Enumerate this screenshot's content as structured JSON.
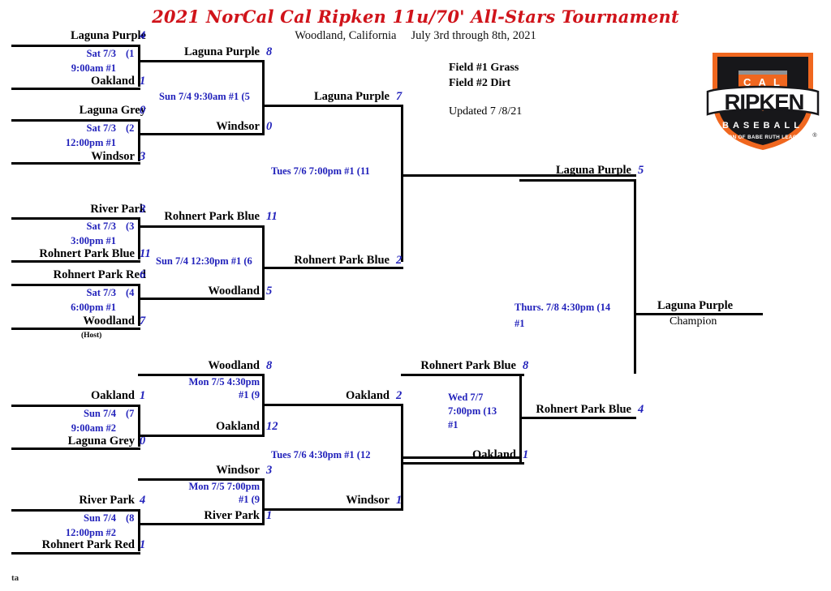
{
  "header": {
    "title": "2021 NorCal Cal Ripken 11u/70' All-Stars Tournament",
    "location": "Woodland, California",
    "dates": "July 3rd through 8th, 2021",
    "field1": "Field #1 Grass",
    "field2": "Field #2 Dirt",
    "updated": "Updated 7 /8/21",
    "title_color": "#d0131a"
  },
  "logo": {
    "cal": "CAL",
    "ripken": "RIPKEN",
    "baseball": "BASEBALL",
    "division": "A DIVISION OF BABE RUTH LEAGUE, INC.",
    "registered": "®"
  },
  "colors": {
    "team_text": "#000000",
    "score_text": "#2222bb",
    "game_info": "#2222bb",
    "bracket_line": "#000000",
    "logo_orange": "#f0671f",
    "logo_black": "#17171a",
    "logo_gray": "#8d9296"
  },
  "footer": {
    "note": "ta"
  },
  "host_label": "(Host)",
  "champion_label": "Champion",
  "champion_team": "Laguna Purple",
  "games": [
    {
      "id": "g1",
      "info_line1": "Sat 7/3",
      "info_line2": "9:00am #1",
      "tag": "(1",
      "top_team": "Laguna Purple",
      "top_score": "4",
      "bottom_team": "Oakland",
      "bottom_score": "1"
    },
    {
      "id": "g2",
      "info_line1": "Sat 7/3",
      "info_line2": "12:00pm #1",
      "tag": "(2",
      "top_team": "Laguna Grey",
      "top_score": "0",
      "bottom_team": "Windsor",
      "bottom_score": "3"
    },
    {
      "id": "g3",
      "info_line1": "Sat 7/3",
      "info_line2": "3:00pm #1",
      "tag": "(3",
      "top_team": "River Park",
      "top_score": "3",
      "bottom_team": "Rohnert Park Blue",
      "bottom_score": "11"
    },
    {
      "id": "g4",
      "info_line1": "Sat 7/3",
      "info_line2": "6:00pm #1",
      "tag": "(4",
      "top_team": "Rohnert Park Red",
      "top_score": "6",
      "bottom_team": "Woodland",
      "bottom_score": "7"
    },
    {
      "id": "g5",
      "info_line1": "Sun 7/4 9:30am  #1 (5",
      "top_team": "Laguna Purple",
      "top_score": "8",
      "bottom_team": "Windsor",
      "bottom_score": "0"
    },
    {
      "id": "g6",
      "info_line1": "Sun 7/4 12:30pm  #1 (6",
      "top_team": "Rohnert Park Blue",
      "top_score": "11",
      "bottom_team": "Woodland",
      "bottom_score": "5"
    },
    {
      "id": "g7",
      "info_line1": "Sun 7/4",
      "info_line2": "9:00am  #2",
      "tag": "(7",
      "top_team": "Oakland",
      "top_score": "1",
      "bottom_team": "Laguna Grey",
      "bottom_score": "0"
    },
    {
      "id": "g8",
      "info_line1": "Sun 7/4",
      "info_line2": "12:00pm  #2",
      "tag": "(8",
      "top_team": "River Park",
      "top_score": "4",
      "bottom_team": "Rohnert Park Red",
      "bottom_score": "1"
    },
    {
      "id": "g9",
      "info_line1": "Mon 7/5 4:30pm",
      "info_line2": "#1   (9",
      "top_team": "Woodland",
      "top_score": "8",
      "bottom_team": "Oakland",
      "bottom_score": "12"
    },
    {
      "id": "g10",
      "info_line1": "Mon 7/5 7:00pm",
      "info_line2": "#1   (9",
      "top_team": "Windsor",
      "top_score": "3",
      "bottom_team": "River Park",
      "bottom_score": "1"
    },
    {
      "id": "g11",
      "info_line1": "Tues 7/6 7:00pm   #1  (11",
      "top_team": "Laguna Purple",
      "top_score": "7",
      "bottom_team": "Rohnert Park Blue",
      "bottom_score": "2"
    },
    {
      "id": "g12",
      "info_line1": "Tues 7/6 4:30pm   #1  (12",
      "top_team": "Oakland",
      "top_score": "2",
      "bottom_team": "Windsor",
      "bottom_score": "1"
    },
    {
      "id": "g13",
      "info_line1": "Wed 7/7",
      "info_line2": "7:00pm    (13",
      "info_line3": "#1",
      "top_team": "Rohnert Park Blue",
      "top_score": "8",
      "bottom_team": "Oakland",
      "bottom_score": "1"
    },
    {
      "id": "g14",
      "info_line1": "Thurs.  7/8  4:30pm (14",
      "info_line2": "#1",
      "top_team": "Laguna Purple",
      "top_score": "5",
      "bottom_team": "Rohnert Park Blue",
      "bottom_score": "4"
    }
  ]
}
